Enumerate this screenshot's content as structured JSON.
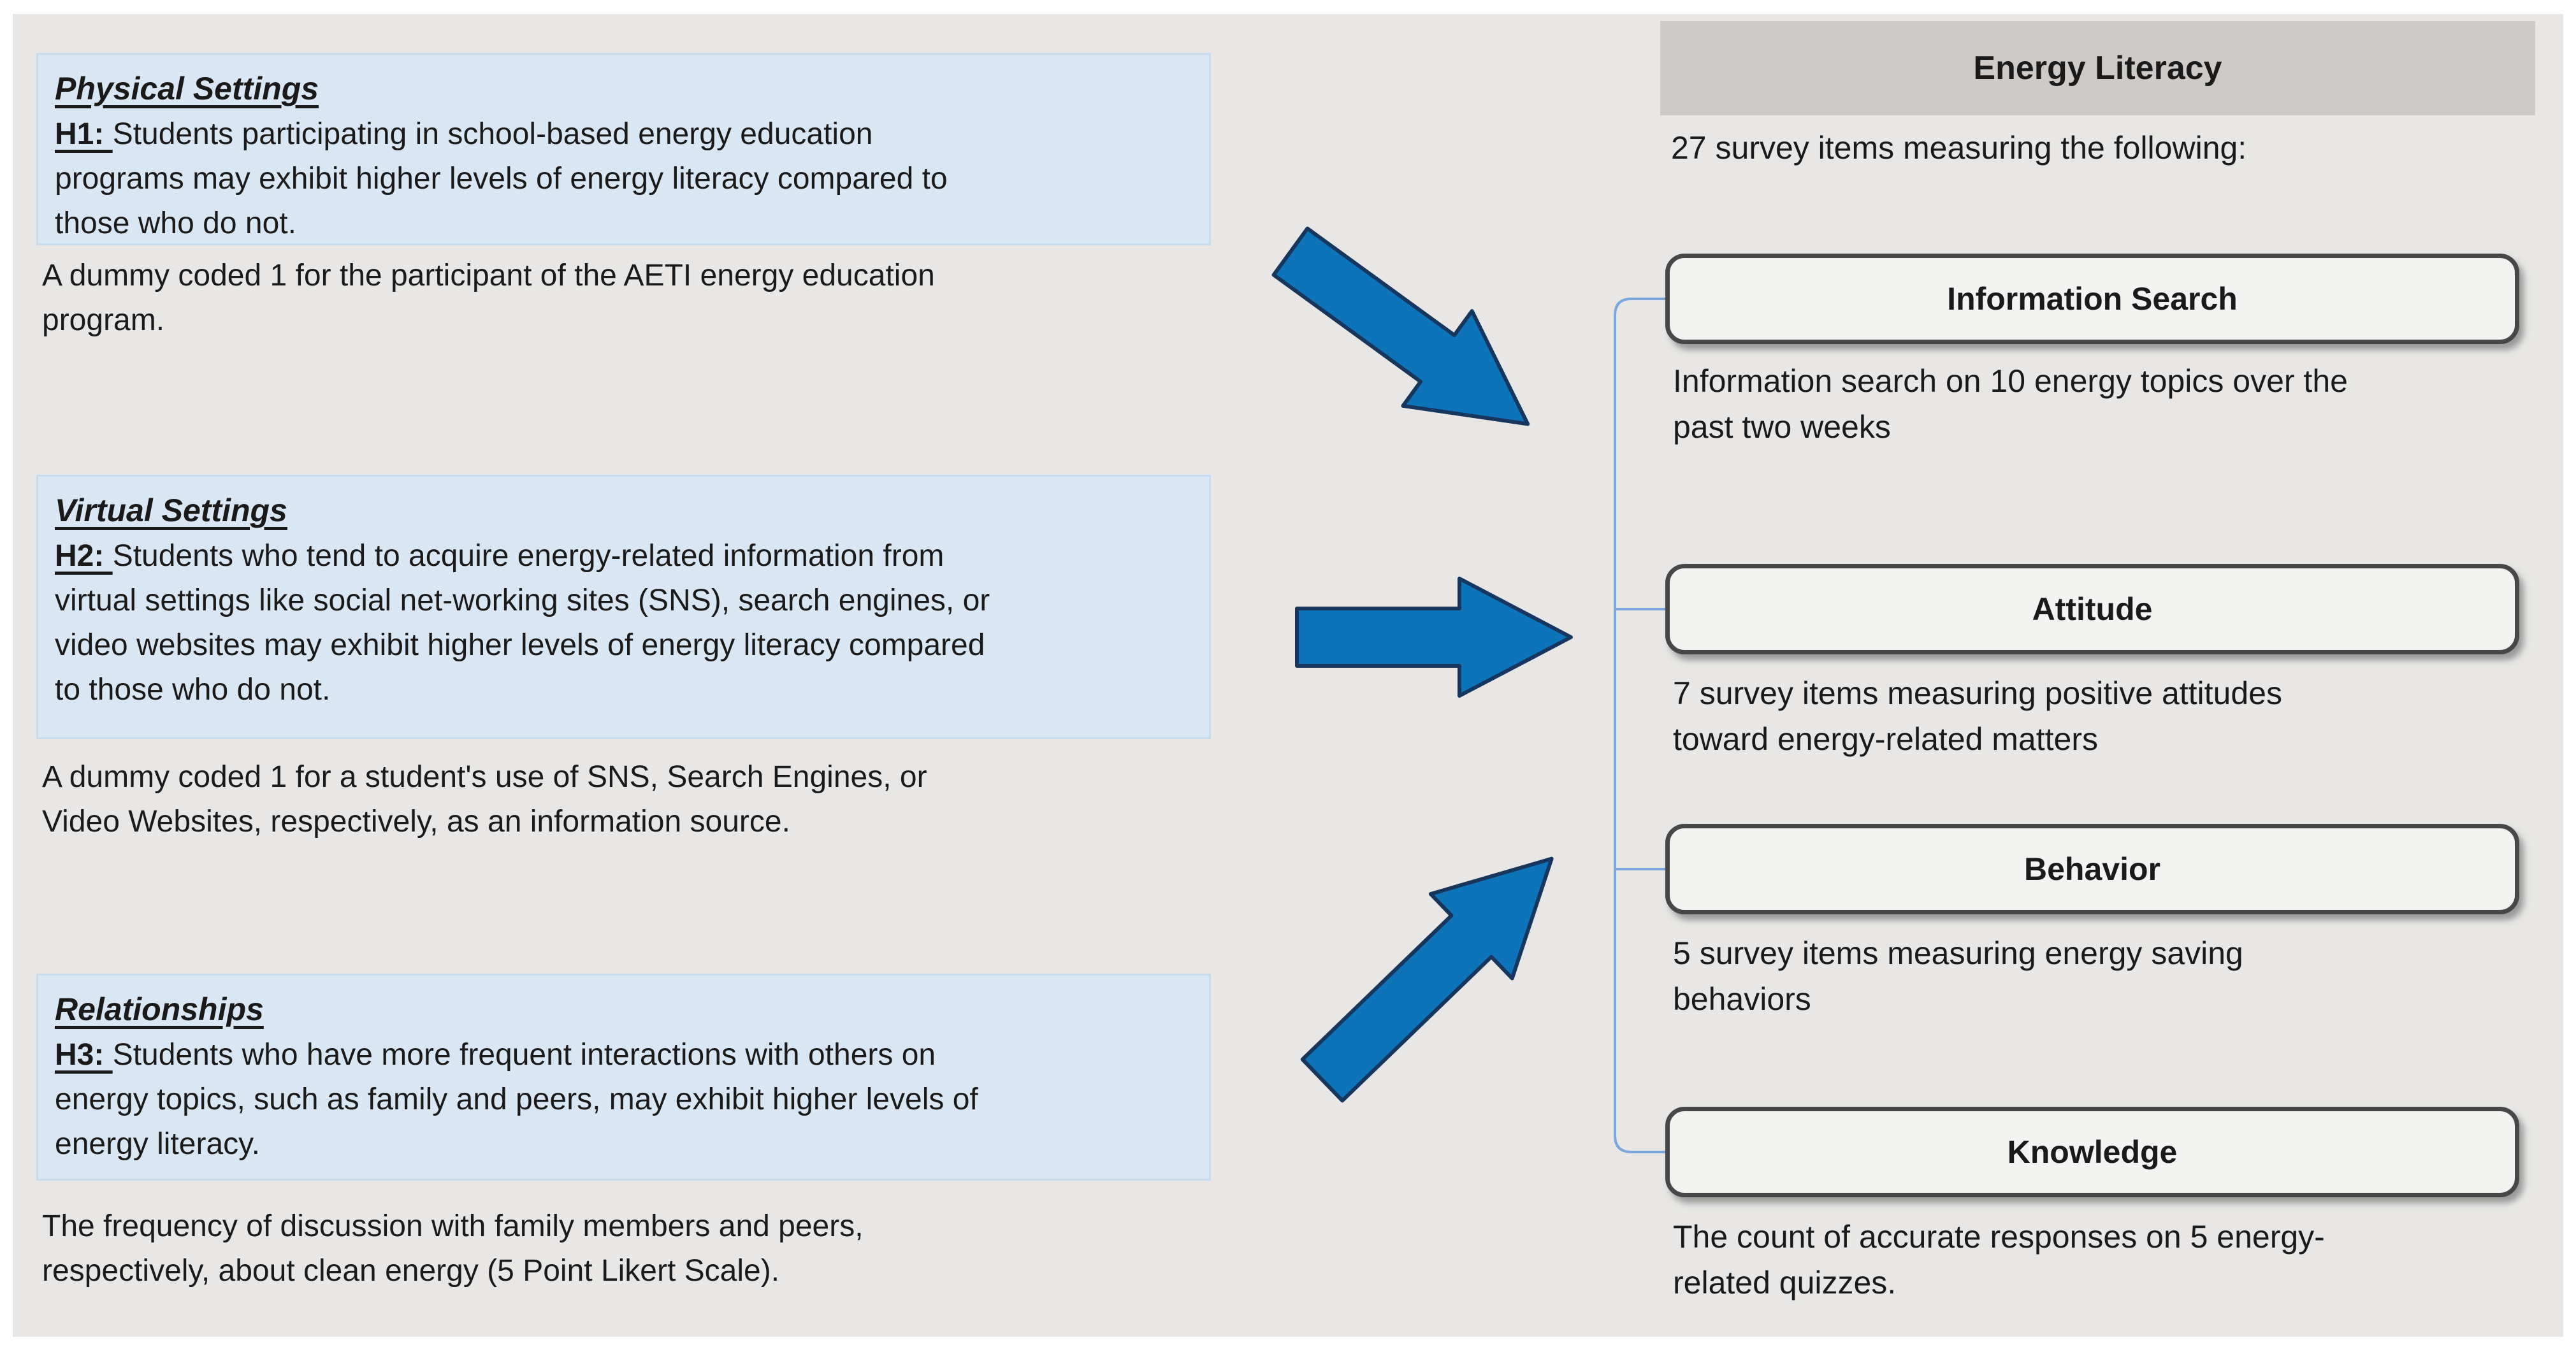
{
  "colors": {
    "page_bg": "#ffffff",
    "canvas_bg": "#e8e7e5",
    "hyp_box_fill": "#d9e7f4",
    "hyp_box_border": "#c6dbee",
    "header_bar_fill": "#cecac7",
    "sub_box_fill": "#f3f3f2",
    "sub_box_border": "#474747",
    "arrow_fill": "#0e74ba",
    "arrow_stroke": "#17365d",
    "connector": "#7ba7dc",
    "text": "#1a1a1a"
  },
  "hypotheses": [
    {
      "title": "Physical Settings",
      "label": "H1: ",
      "text": "Students participating in school-based energy education\nprograms may exhibit higher levels of energy literacy compared to\nthose who do not.",
      "operationalization": "A dummy coded 1 for the participant of the AETI energy education\nprogram."
    },
    {
      "title": "Virtual Settings",
      "label": "H2: ",
      "text": "Students who tend to acquire energy-related information from\nvirtual settings like social net-working sites (SNS), search engines, or\nvideo websites may exhibit higher levels of energy literacy compared\nto those who do not.",
      "operationalization": "A dummy coded 1 for a student's use of SNS, Search Engines, or\nVideo Websites, respectively, as an information source."
    },
    {
      "title": "Relationships",
      "label": "H3: ",
      "text": "Students who have more frequent interactions with others on\nenergy topics, such as family and peers, may exhibit higher levels of\nenergy literacy.",
      "operationalization": "The frequency of discussion with family members and peers,\nrespectively, about clean energy (5 Point Likert Scale)."
    }
  ],
  "energy_literacy": {
    "header": "Energy Literacy",
    "intro": "27 survey items measuring the following:",
    "components": [
      {
        "name": "Information Search",
        "description": "Information search on 10 energy topics over the\npast two weeks"
      },
      {
        "name": "Attitude",
        "description": "7 survey items measuring positive attitudes\ntoward energy-related matters"
      },
      {
        "name": "Behavior",
        "description": "5 survey items measuring energy saving\nbehaviors"
      },
      {
        "name": "Knowledge",
        "description": "The count of accurate responses on 5 energy-\nrelated quizzes."
      }
    ]
  }
}
